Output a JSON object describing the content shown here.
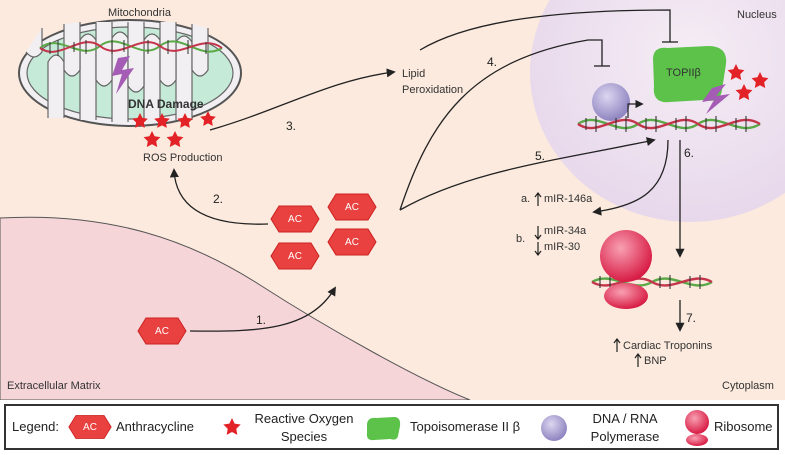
{
  "labels": {
    "mitochondria": "Mitochondria",
    "nucleus": "Nucleus",
    "dna_damage": "DNA Damage",
    "ros_production": "ROS Production",
    "lipid_peroxidation": "Lipid Peroxidation",
    "topii": "TOPIIβ",
    "extracellular_matrix": "Extracellular Matrix",
    "cytoplasm": "Cytoplasm",
    "mir_146a": "mIR-146a",
    "mir_34a": "mIR-34a",
    "mir_30": "mIR-30",
    "mir_a": "a.",
    "mir_b": "b.",
    "cardiac_troponins": "Cardiac Troponins",
    "bnp": "BNP"
  },
  "steps": [
    "1.",
    "2.",
    "3.",
    "4.",
    "5.",
    "6.",
    "7."
  ],
  "ac_label": "AC",
  "legend": {
    "title": "Legend:",
    "anthracycline": "Anthracycline",
    "ros": "Reactive Oxygen Species",
    "topo": "Topoisomerase II β",
    "polymerase": "DNA / RNA Polymerase",
    "ribosome": "Ribosome"
  },
  "colors": {
    "cytoplasm": "#fbeadd",
    "extracellular": "#f6d6da",
    "nucleus": "#ece0ee",
    "mito_inner": "#c6ead8",
    "mito_outline": "#555555",
    "anthracycline": "#e8413f",
    "ros": "#e32227",
    "topo": "#5cc24a",
    "polymerase": "#a398cf",
    "ribosome": "#ea3355",
    "dna_green": "#5aa846",
    "dna_red": "#c4344a",
    "lightning": "#a55cb5"
  },
  "icons": [
    "star-icon",
    "hexagon-icon",
    "lightning-icon",
    "dna-helix-icon",
    "up-arrow-icon",
    "down-arrow-icon",
    "ribosome-icon",
    "polymerase-icon",
    "topoisomerase-icon"
  ]
}
